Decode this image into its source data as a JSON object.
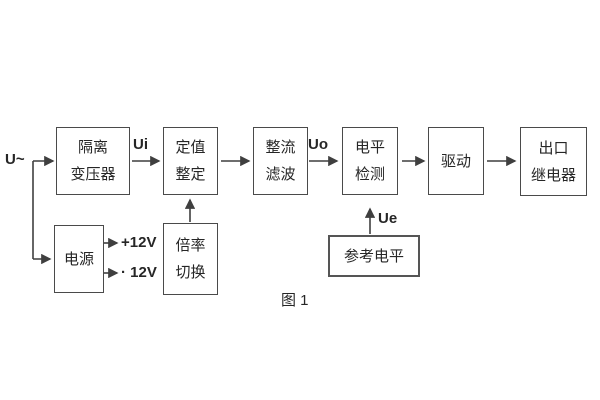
{
  "diagram": {
    "caption": "图 1",
    "labels": {
      "input": "U~",
      "ui": "Ui",
      "uo": "Uo",
      "ue": "Ue",
      "plus12v": "+12V",
      "minus12v": "· 12V"
    },
    "blocks": {
      "isolation_transformer": {
        "line1": "隔离",
        "line2": "变压器"
      },
      "setting_adjust": {
        "line1": "定值",
        "line2": "整定"
      },
      "rectify_filter": {
        "line1": "整流",
        "line2": "滤波"
      },
      "level_detect": {
        "line1": "电平",
        "line2": "检测"
      },
      "drive": {
        "label": "驱动"
      },
      "output_relay": {
        "line1": "出口",
        "line2": "继电器"
      },
      "power": {
        "label": "电源"
      },
      "ratio_switch": {
        "line1": "倍率",
        "line2": "切换"
      },
      "reference_level": {
        "label": "参考电平"
      }
    },
    "colors": {
      "line": "#3f3f3f",
      "border": "#4a4a4a",
      "text": "#262626",
      "background": "#ffffff"
    }
  }
}
